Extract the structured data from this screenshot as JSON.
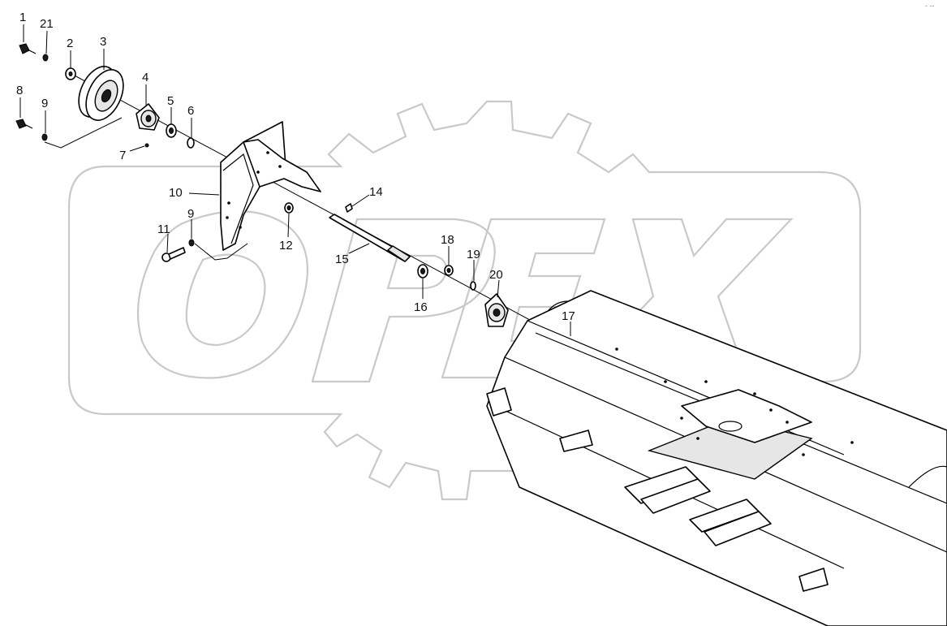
{
  "watermark": {
    "text": "OPEX",
    "color": "#c9c9c9"
  },
  "corner_mark": "- --",
  "callouts": [
    {
      "id": "c1",
      "label": "1"
    },
    {
      "id": "c21",
      "label": "21"
    },
    {
      "id": "c2",
      "label": "2"
    },
    {
      "id": "c3",
      "label": "3"
    },
    {
      "id": "c4",
      "label": "4"
    },
    {
      "id": "c5",
      "label": "5"
    },
    {
      "id": "c6",
      "label": "6"
    },
    {
      "id": "c7",
      "label": "7"
    },
    {
      "id": "c8",
      "label": "8"
    },
    {
      "id": "c9a",
      "label": "9"
    },
    {
      "id": "c9b",
      "label": "9"
    },
    {
      "id": "c10",
      "label": "10"
    },
    {
      "id": "c11",
      "label": "11"
    },
    {
      "id": "c12",
      "label": "12"
    },
    {
      "id": "c14",
      "label": "14"
    },
    {
      "id": "c15",
      "label": "15"
    },
    {
      "id": "c16",
      "label": "16"
    },
    {
      "id": "c17",
      "label": "17"
    },
    {
      "id": "c18",
      "label": "18"
    },
    {
      "id": "c19",
      "label": "19"
    },
    {
      "id": "c20",
      "label": "20"
    }
  ]
}
